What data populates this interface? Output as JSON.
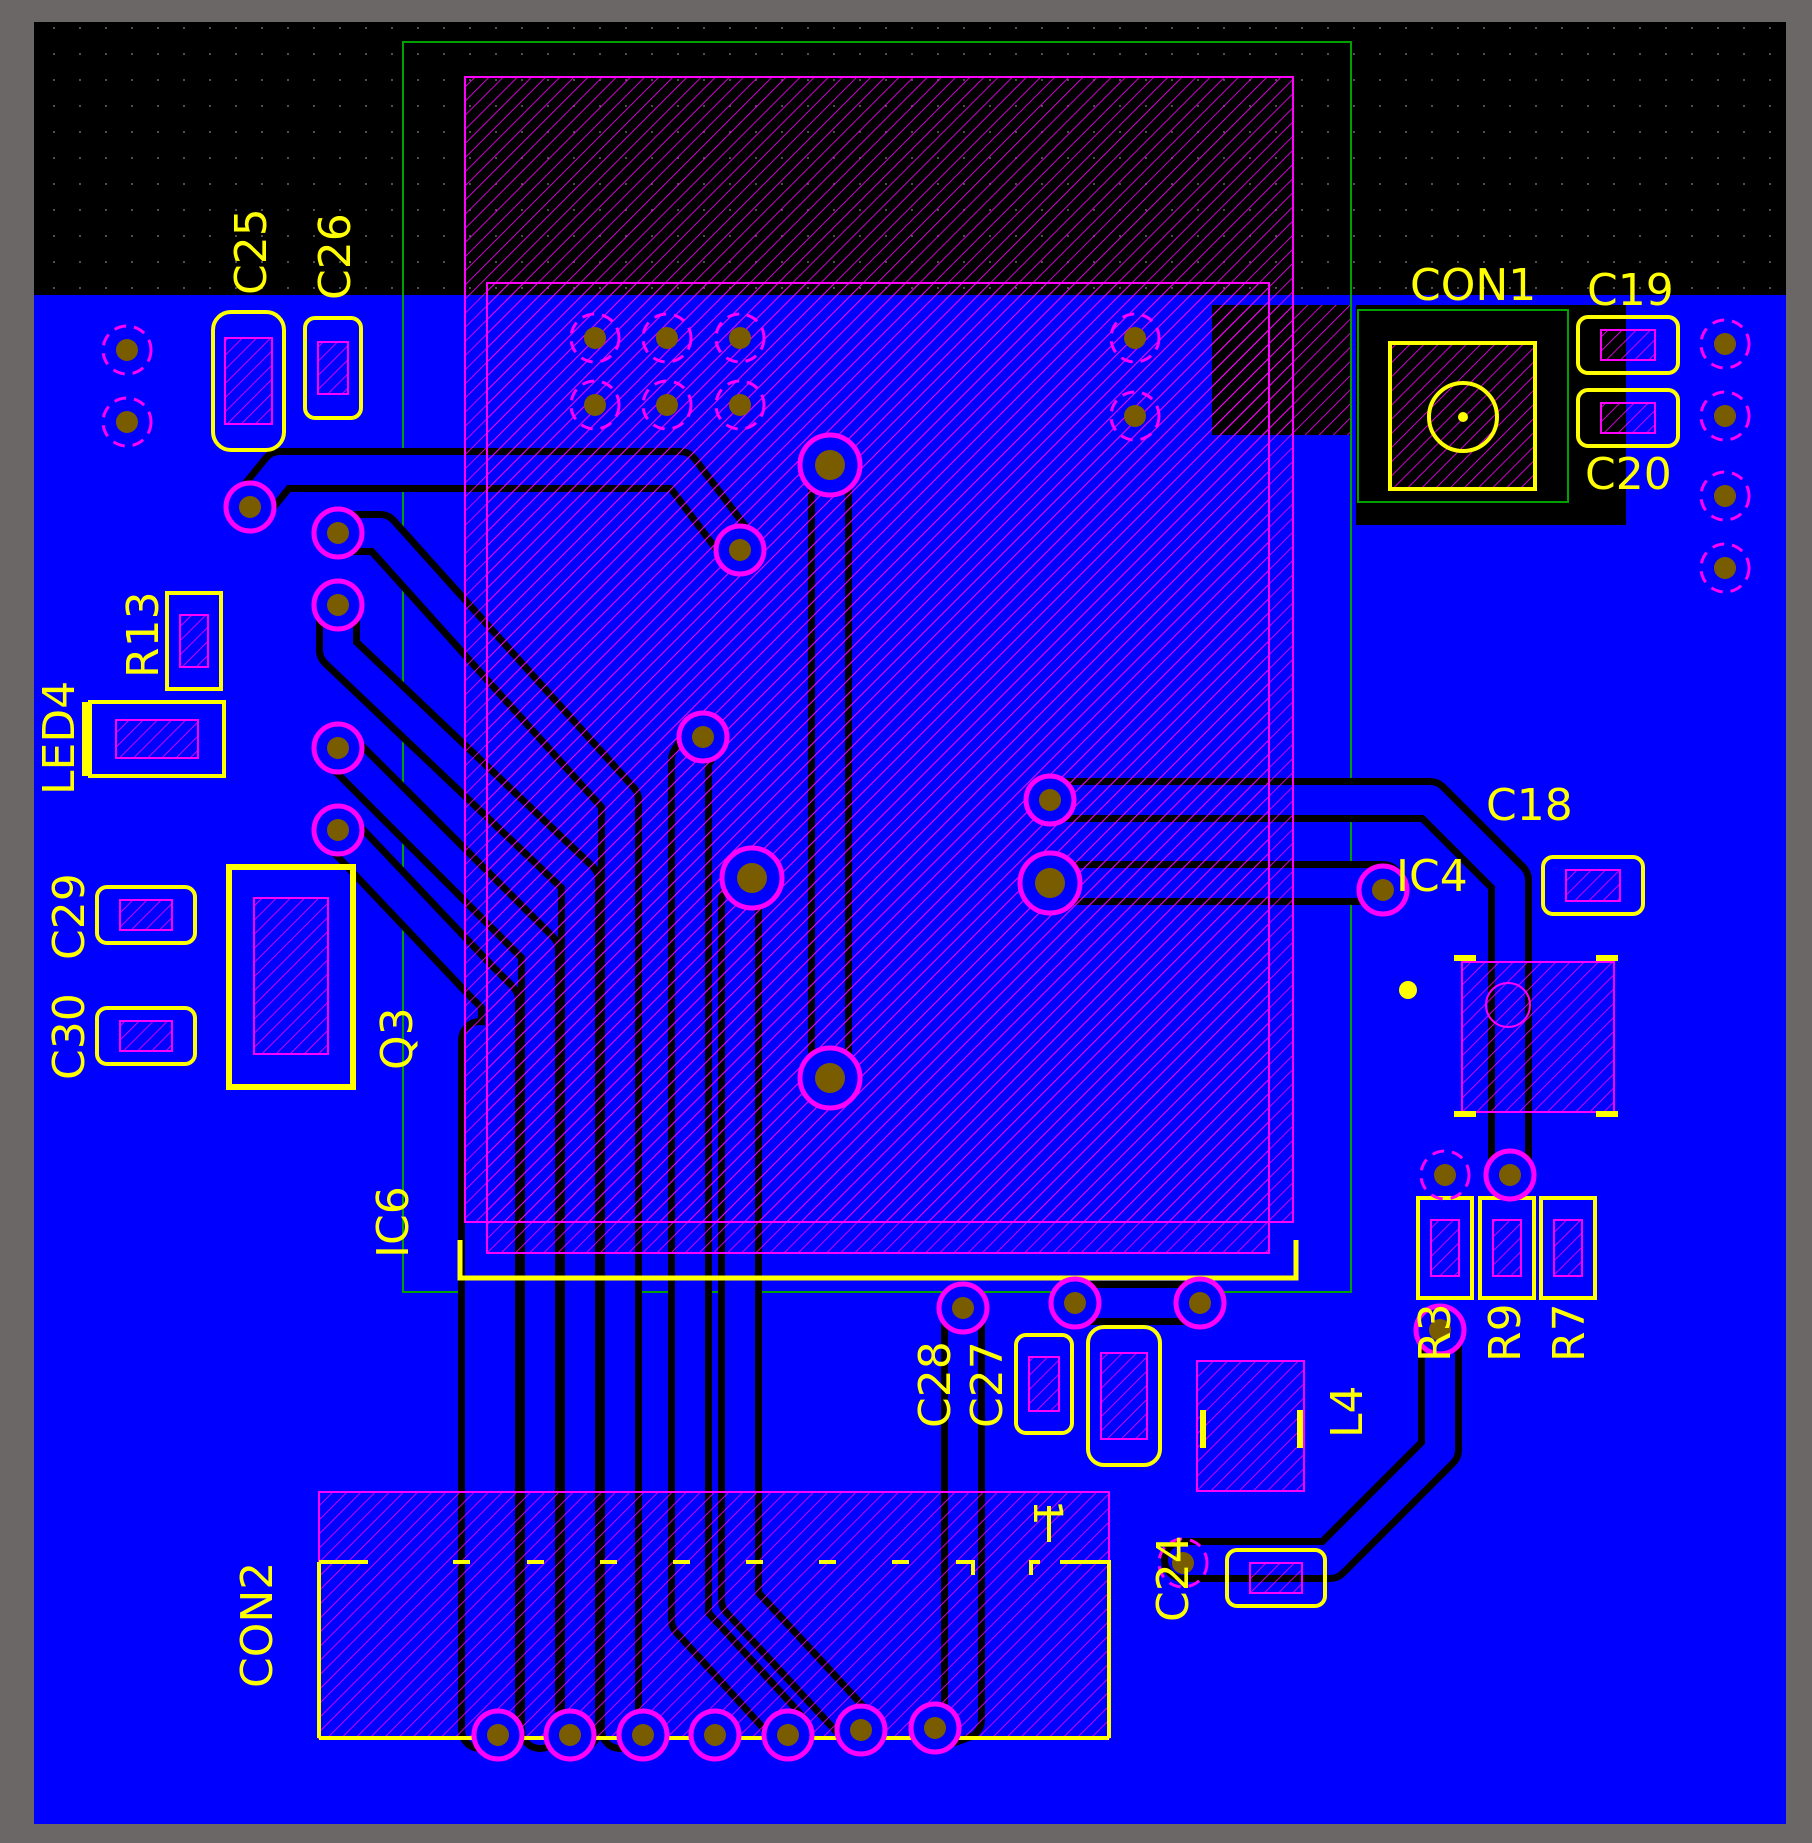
{
  "colors": {
    "frame": "#6b6767",
    "board_black": "#000000",
    "copper": "#0000ff",
    "silkscreen": "#ffff00",
    "pad_outline": "#ff00ff",
    "via_hole": "#7a5c00",
    "courtyard": "#00a000"
  },
  "labels": {
    "C25": "C25",
    "C26": "C26",
    "CON1": "CON1",
    "C19": "C19",
    "C20": "C20",
    "R13": "R13",
    "LED4": "LED4",
    "C29": "C29",
    "C30": "C30",
    "Q3": "Q3",
    "IC6": "IC6",
    "C18": "C18",
    "IC4": "IC4",
    "R3": "R3",
    "R9": "R9",
    "R7": "R7",
    "C28": "C28",
    "C27": "C27",
    "L4": "L4",
    "CON2": "CON2",
    "C24": "C24",
    "pin1": "1"
  }
}
